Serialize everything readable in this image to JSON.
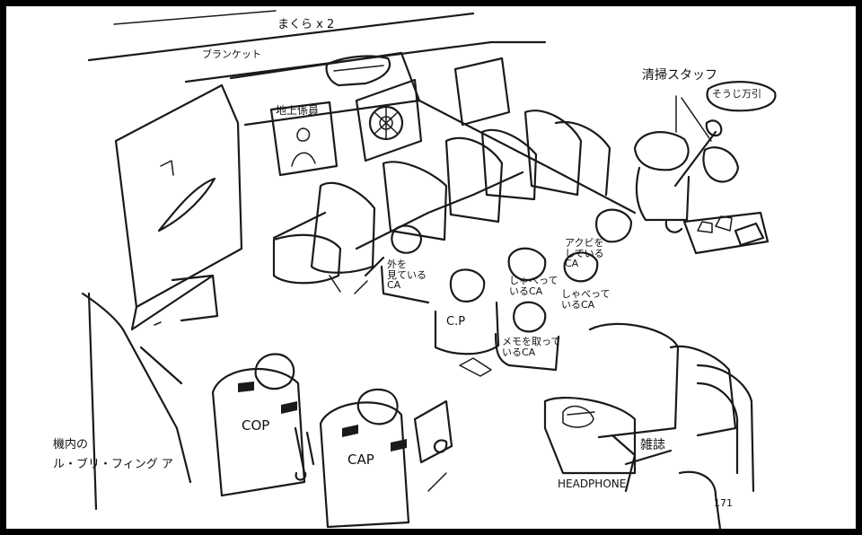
{
  "labels": {
    "pillows": "まくら x 2",
    "blanket": "ブランケット",
    "ground_staff": "地上係員",
    "cleaning_staff": "清掃スタッフ",
    "cleaning_sign": "そうじ万引",
    "ca_window_line1": "外を",
    "ca_window_line2": "見ている",
    "ca_window_line3": "CA",
    "cp": "C.P",
    "ca_chat1_line1": "しゃべって",
    "ca_chat1_line2": "いるCA",
    "ca_chat2_line1": "しゃべって",
    "ca_chat2_line2": "いるCA",
    "ca_makeup_line1": "アクビを",
    "ca_makeup_line2": "している",
    "ca_makeup_line3": "CA",
    "ca_memo_line1": "メモを取って",
    "ca_memo_line2": "いるCA",
    "cop": "COP",
    "cap": "CAP",
    "magazine": "雑誌",
    "headphone": "HEADPHONE",
    "caption_line1": "機内の",
    "caption_line2": "ル・ブリ・フィング ア",
    "page_number": "171"
  }
}
